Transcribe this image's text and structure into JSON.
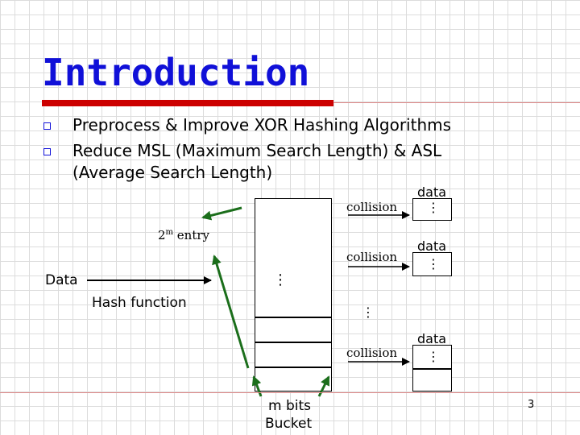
{
  "title": "Introduction",
  "bullets": [
    {
      "text": "Preprocess & Improve XOR Hashing Algorithms"
    },
    {
      "text": "Reduce MSL (Maximum Search Length) & ASL",
      "text2": "(Average Search Length)"
    }
  ],
  "diagram": {
    "data_input_label": "Data",
    "hash_function_label": "Hash function",
    "entry_label_base": "2",
    "entry_label_sup": "m",
    "entry_label_rest": " entry",
    "bucket_label_line1": "m bits",
    "bucket_label_line2": "Bucket",
    "collision_label": "collision",
    "chain_data_label": "data",
    "ellipsis": "⋮"
  },
  "page_number": "3"
}
